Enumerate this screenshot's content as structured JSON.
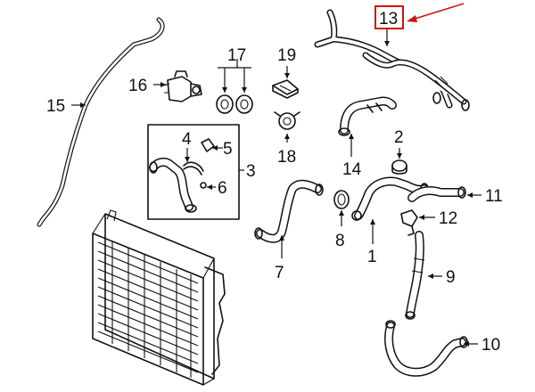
{
  "callouts": {
    "c1": "1",
    "c2": "2",
    "c3": "3",
    "c4": "4",
    "c5": "5",
    "c6": "6",
    "c7": "7",
    "c8": "8",
    "c9": "9",
    "c10": "10",
    "c11": "11",
    "c12": "12",
    "c13": "13",
    "c14": "14",
    "c15": "15",
    "c16": "16",
    "c17": "17",
    "c18": "18",
    "c19": "19"
  },
  "highlighted_callout": "13",
  "colors": {
    "line": "#111111",
    "highlight": "#d01010",
    "background": "#ffffff"
  }
}
